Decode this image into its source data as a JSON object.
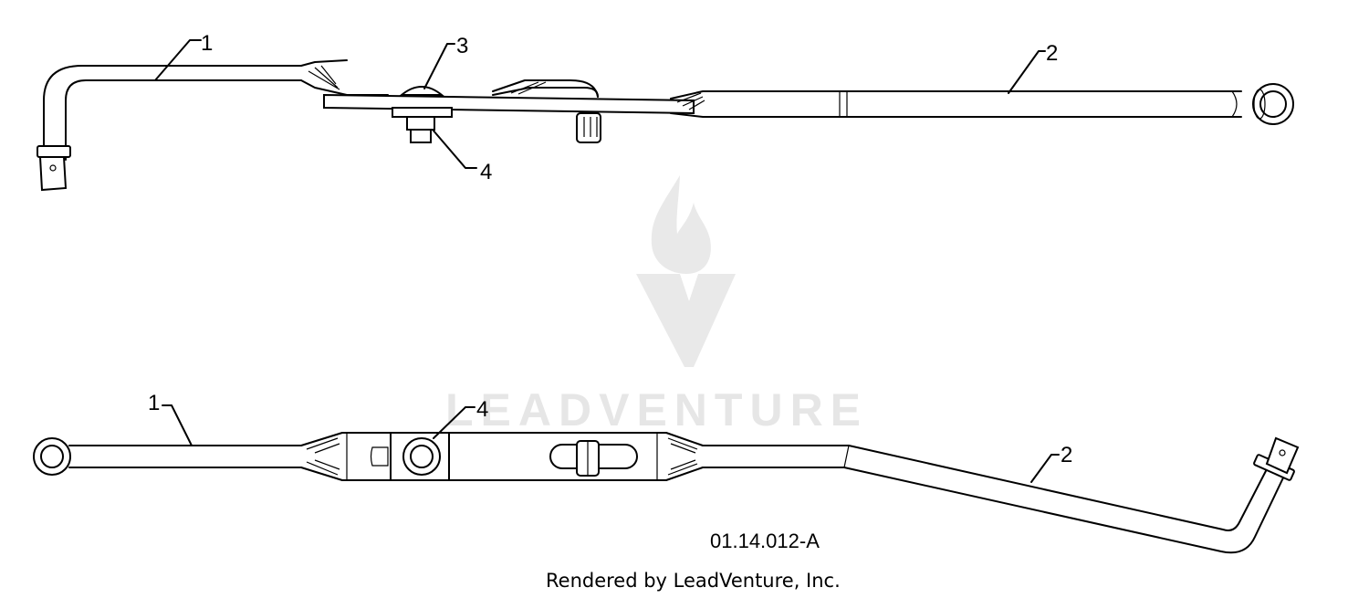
{
  "callouts": {
    "top_1": "1",
    "top_2": "2",
    "top_3": "3",
    "top_4": "4",
    "bottom_1": "1",
    "bottom_2": "2",
    "bottom_4": "4"
  },
  "drawing_code": "01.14.012-A",
  "credit": "Rendered by LeadVenture, Inc.",
  "watermark": "LEADVENTURE"
}
